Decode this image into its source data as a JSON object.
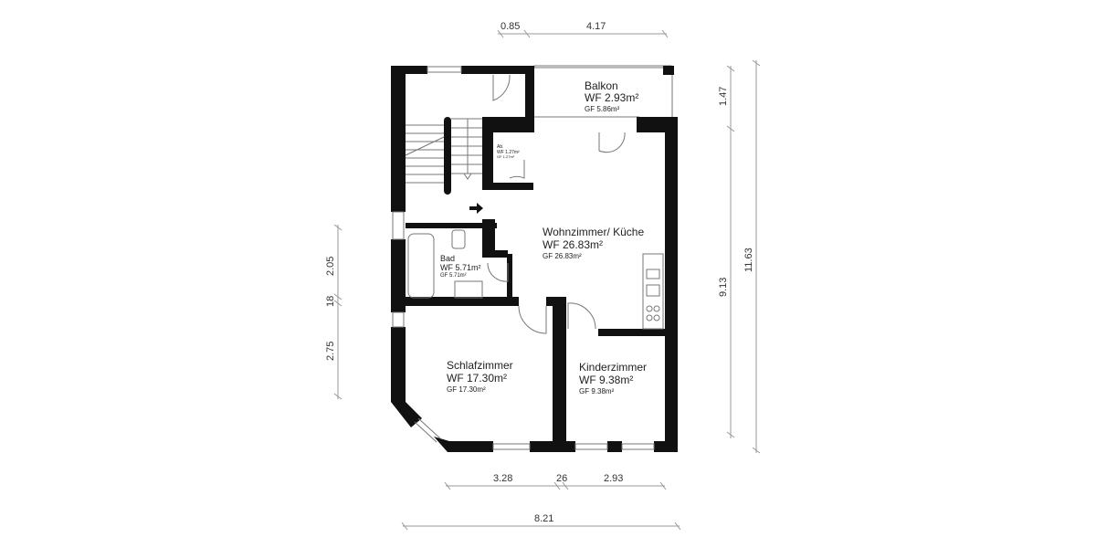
{
  "rooms": {
    "balkon": {
      "name": "Balkon",
      "wf": "WF 2.93m²",
      "gf": "GF 5.86m²"
    },
    "abstell": {
      "name": "Ab.",
      "wf": "WF 1.27m²",
      "gf": "GF 1.27m²"
    },
    "wohnen": {
      "name": "Wohnzimmer/ Küche",
      "wf": "WF 26.83m²",
      "gf": "GF 26.83m²"
    },
    "bad": {
      "name": "Bad",
      "wf": "WF 5.71m²",
      "gf": "GF 5.71m²"
    },
    "schlaf": {
      "name": "Schlafzimmer",
      "wf": "WF 17.30m²",
      "gf": "GF 17.30m²"
    },
    "kinder": {
      "name": "Kinderzimmer",
      "wf": "WF 9.38m²",
      "gf": "GF 9.38m²"
    }
  },
  "dimensions": {
    "top": [
      "0.85",
      "4.17"
    ],
    "right_inner": [
      "1.47",
      "9.13"
    ],
    "right_outer": "11.63",
    "left": [
      "2.05",
      "18",
      "2.75"
    ],
    "bottom_inner": [
      "3.28",
      "26",
      "2.93"
    ],
    "bottom_outer": "8.21"
  }
}
